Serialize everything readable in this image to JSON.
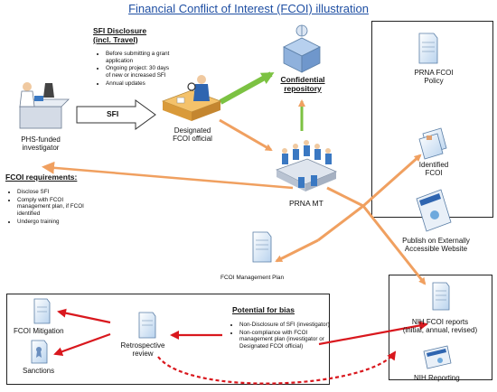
{
  "title": "Financial Conflict of Interest (FCOI) illustration",
  "investigator": {
    "label_line1": "PHS-funded",
    "label_line2": "investigator"
  },
  "sfi_disclosure": {
    "heading_line1": "SFI Disclosure",
    "heading_line2": "(incl. Travel)",
    "bullets": [
      "Before submitting a grant application",
      "Ongoing project: 30 days of new or increased SFI",
      "Annual updates"
    ],
    "arrow_label": "SFI"
  },
  "official": {
    "label_line1": "Designated",
    "label_line2": "FCOI official"
  },
  "repository": {
    "label_line1": "Confidential",
    "label_line2": "repository"
  },
  "prna_mt": {
    "label": "PRNA MT"
  },
  "requirements": {
    "heading": "FCOI requirements:",
    "bullets": [
      "Disclose SFI",
      "Comply with FCOI management plan, if FCOI identified",
      "Undergo training"
    ]
  },
  "management_plan": {
    "label": "FCOI Management Plan"
  },
  "right_panel": {
    "policy_line1": "PRNA FCOI",
    "policy_line2": "Policy",
    "identified_line1": "Identified",
    "identified_line2": "FCOI",
    "publish_line1": "Publish on Externally",
    "publish_line2": "Accessible Website"
  },
  "bottom_left": {
    "mitigation": "FCOI Mitigation",
    "sanctions": "Sanctions",
    "retro_line1": "Retrospective",
    "retro_line2": "review",
    "bias_heading": "Potential for bias",
    "bias_bullets": [
      "Non-Disclosure of SFI (investigator)",
      "Non-compliance with FCOI management plan (investigator or Designated FCOI official)"
    ]
  },
  "nih": {
    "reports_line1": "NIH FCOI reports",
    "reports_line2": "(initial, annual, revised)",
    "reporting": "NIH Reporting"
  },
  "colors": {
    "orange": "#f0a060",
    "red": "#d9181e",
    "green": "#7cc242",
    "title": "#1f4fa3",
    "doc": "#dbe9f7"
  }
}
